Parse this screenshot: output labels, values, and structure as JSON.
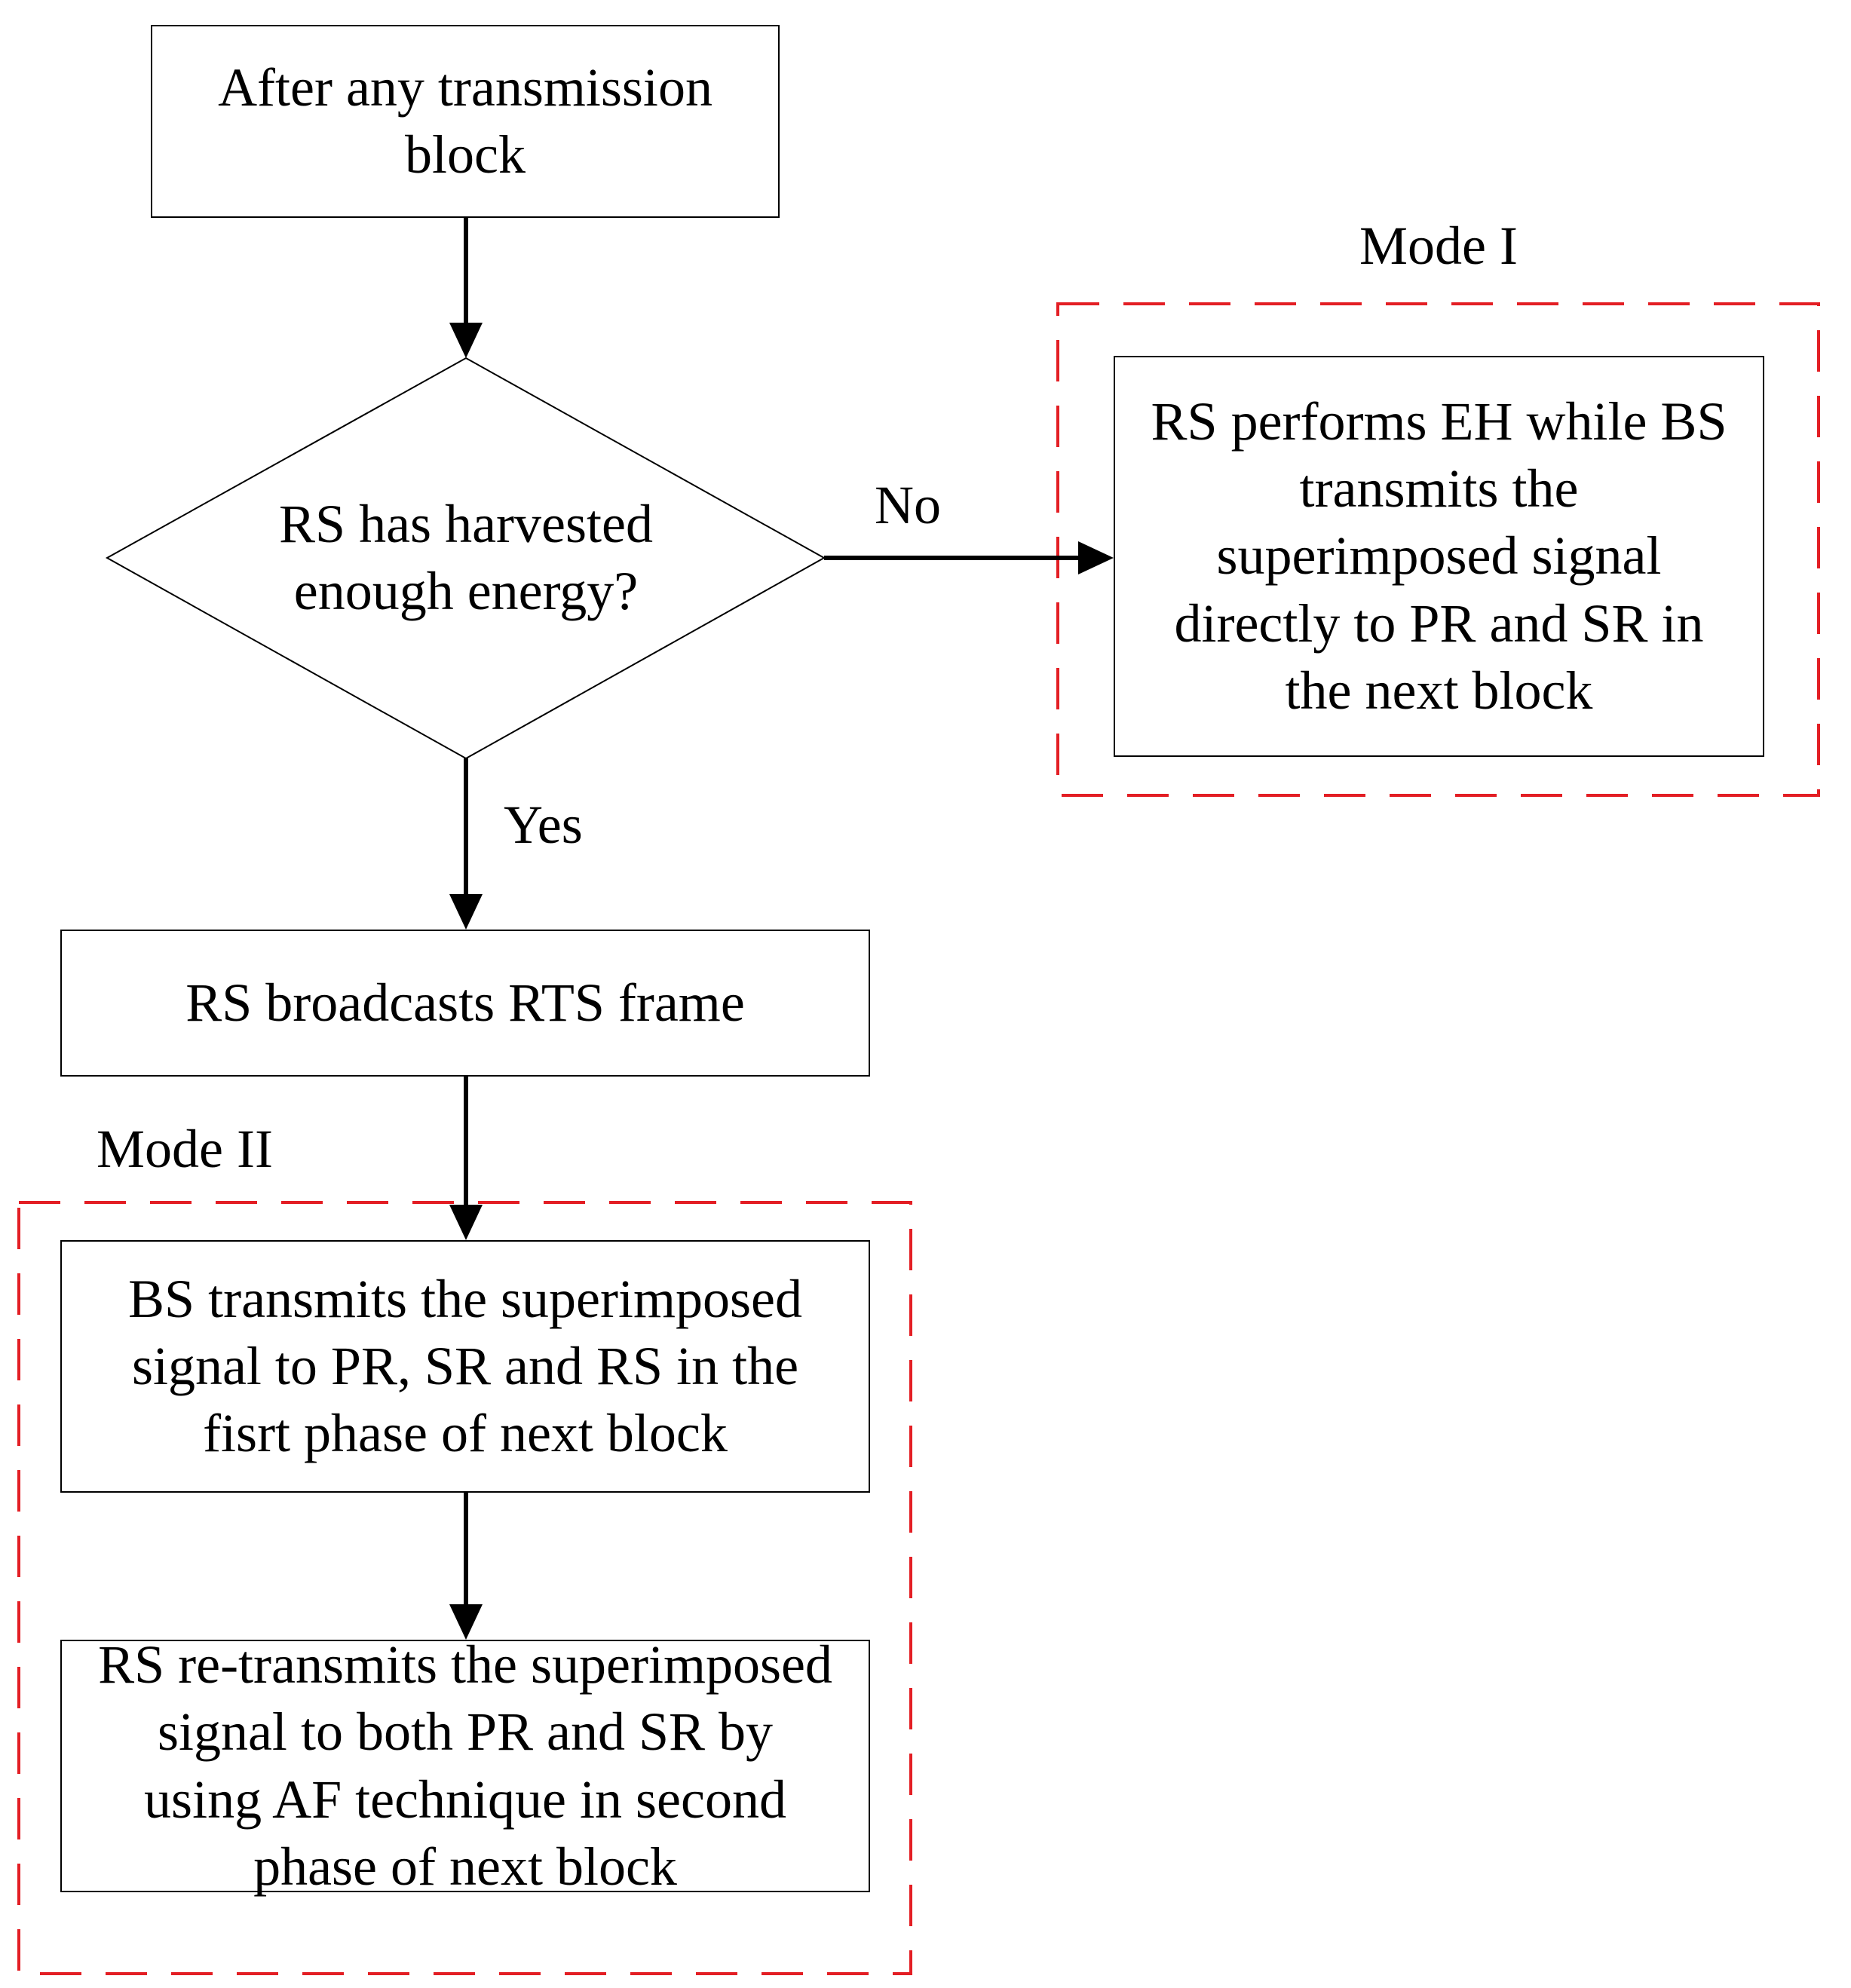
{
  "nodes": {
    "start": "After any transmission\nblock",
    "decision": "RS has harvested\nenough energy?",
    "mode1_action": "RS performs EH while BS\ntransmits the\nsuperimposed signal\ndirectly to PR and SR in\nthe next block",
    "rts": "RS broadcasts RTS frame",
    "phase1": "BS transmits the  superimposed\nsignal to PR, SR and RS in the\nfisrt phase of next block",
    "phase2": "RS re-transmits the superimposed\nsignal to both PR and SR by\nusing AF technique in  second\nphase of next block"
  },
  "edges": {
    "no_label": "No",
    "yes_label": "Yes"
  },
  "groups": {
    "mode1_title": "Mode I",
    "mode2_title": "Mode II"
  },
  "colors": {
    "group_border": "#e31e24",
    "line": "#000000"
  }
}
